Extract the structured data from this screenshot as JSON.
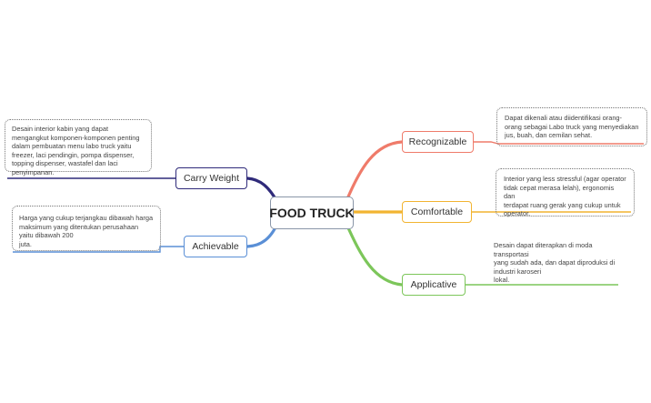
{
  "center": {
    "label": "FOOD TRUCK"
  },
  "colors": {
    "carry_weight": "#2f2a7a",
    "achievable": "#5a8fd6",
    "recognizable": "#ef7b6a",
    "comfortable": "#f2b431",
    "applicative": "#7cc65a",
    "center_border": "#8a96a8"
  },
  "branches": {
    "carry_weight": {
      "label": "Carry Weight",
      "note": "Desain interior kabin yang dapat\nmengangkut komponen-komponen penting\ndalam pembuatan menu labo truck yaitu\nfreezer, laci pendingin, pompa dispenser,\ntopping dispenser, wastafel dan laci\npenyimpanan."
    },
    "achievable": {
      "label": "Achievable",
      "note": "Harga yang cukup terjangkau dibawah harga\nmaksimum yang ditentukan perusahaan\nyaitu dibawah 200\njuta."
    },
    "recognizable": {
      "label": "Recognizable",
      "note": "Dapat dikenali atau diidentifikasi orang-\norang sebagai Labo truck yang menyediakan\njus, buah, dan cemilan sehat."
    },
    "comfortable": {
      "label": "Comfortable",
      "note": "Interior yang less stressful (agar operator\ntidak cepat merasa lelah), ergonomis dan\nterdapat ruang gerak yang cukup untuk\noperator."
    },
    "applicative": {
      "label": "Applicative",
      "note": "Desain dapat diterapkan di moda\ntransportasi\nyang sudah ada, dan dapat diproduksi di\nindustri karoseri\nlokal."
    }
  }
}
